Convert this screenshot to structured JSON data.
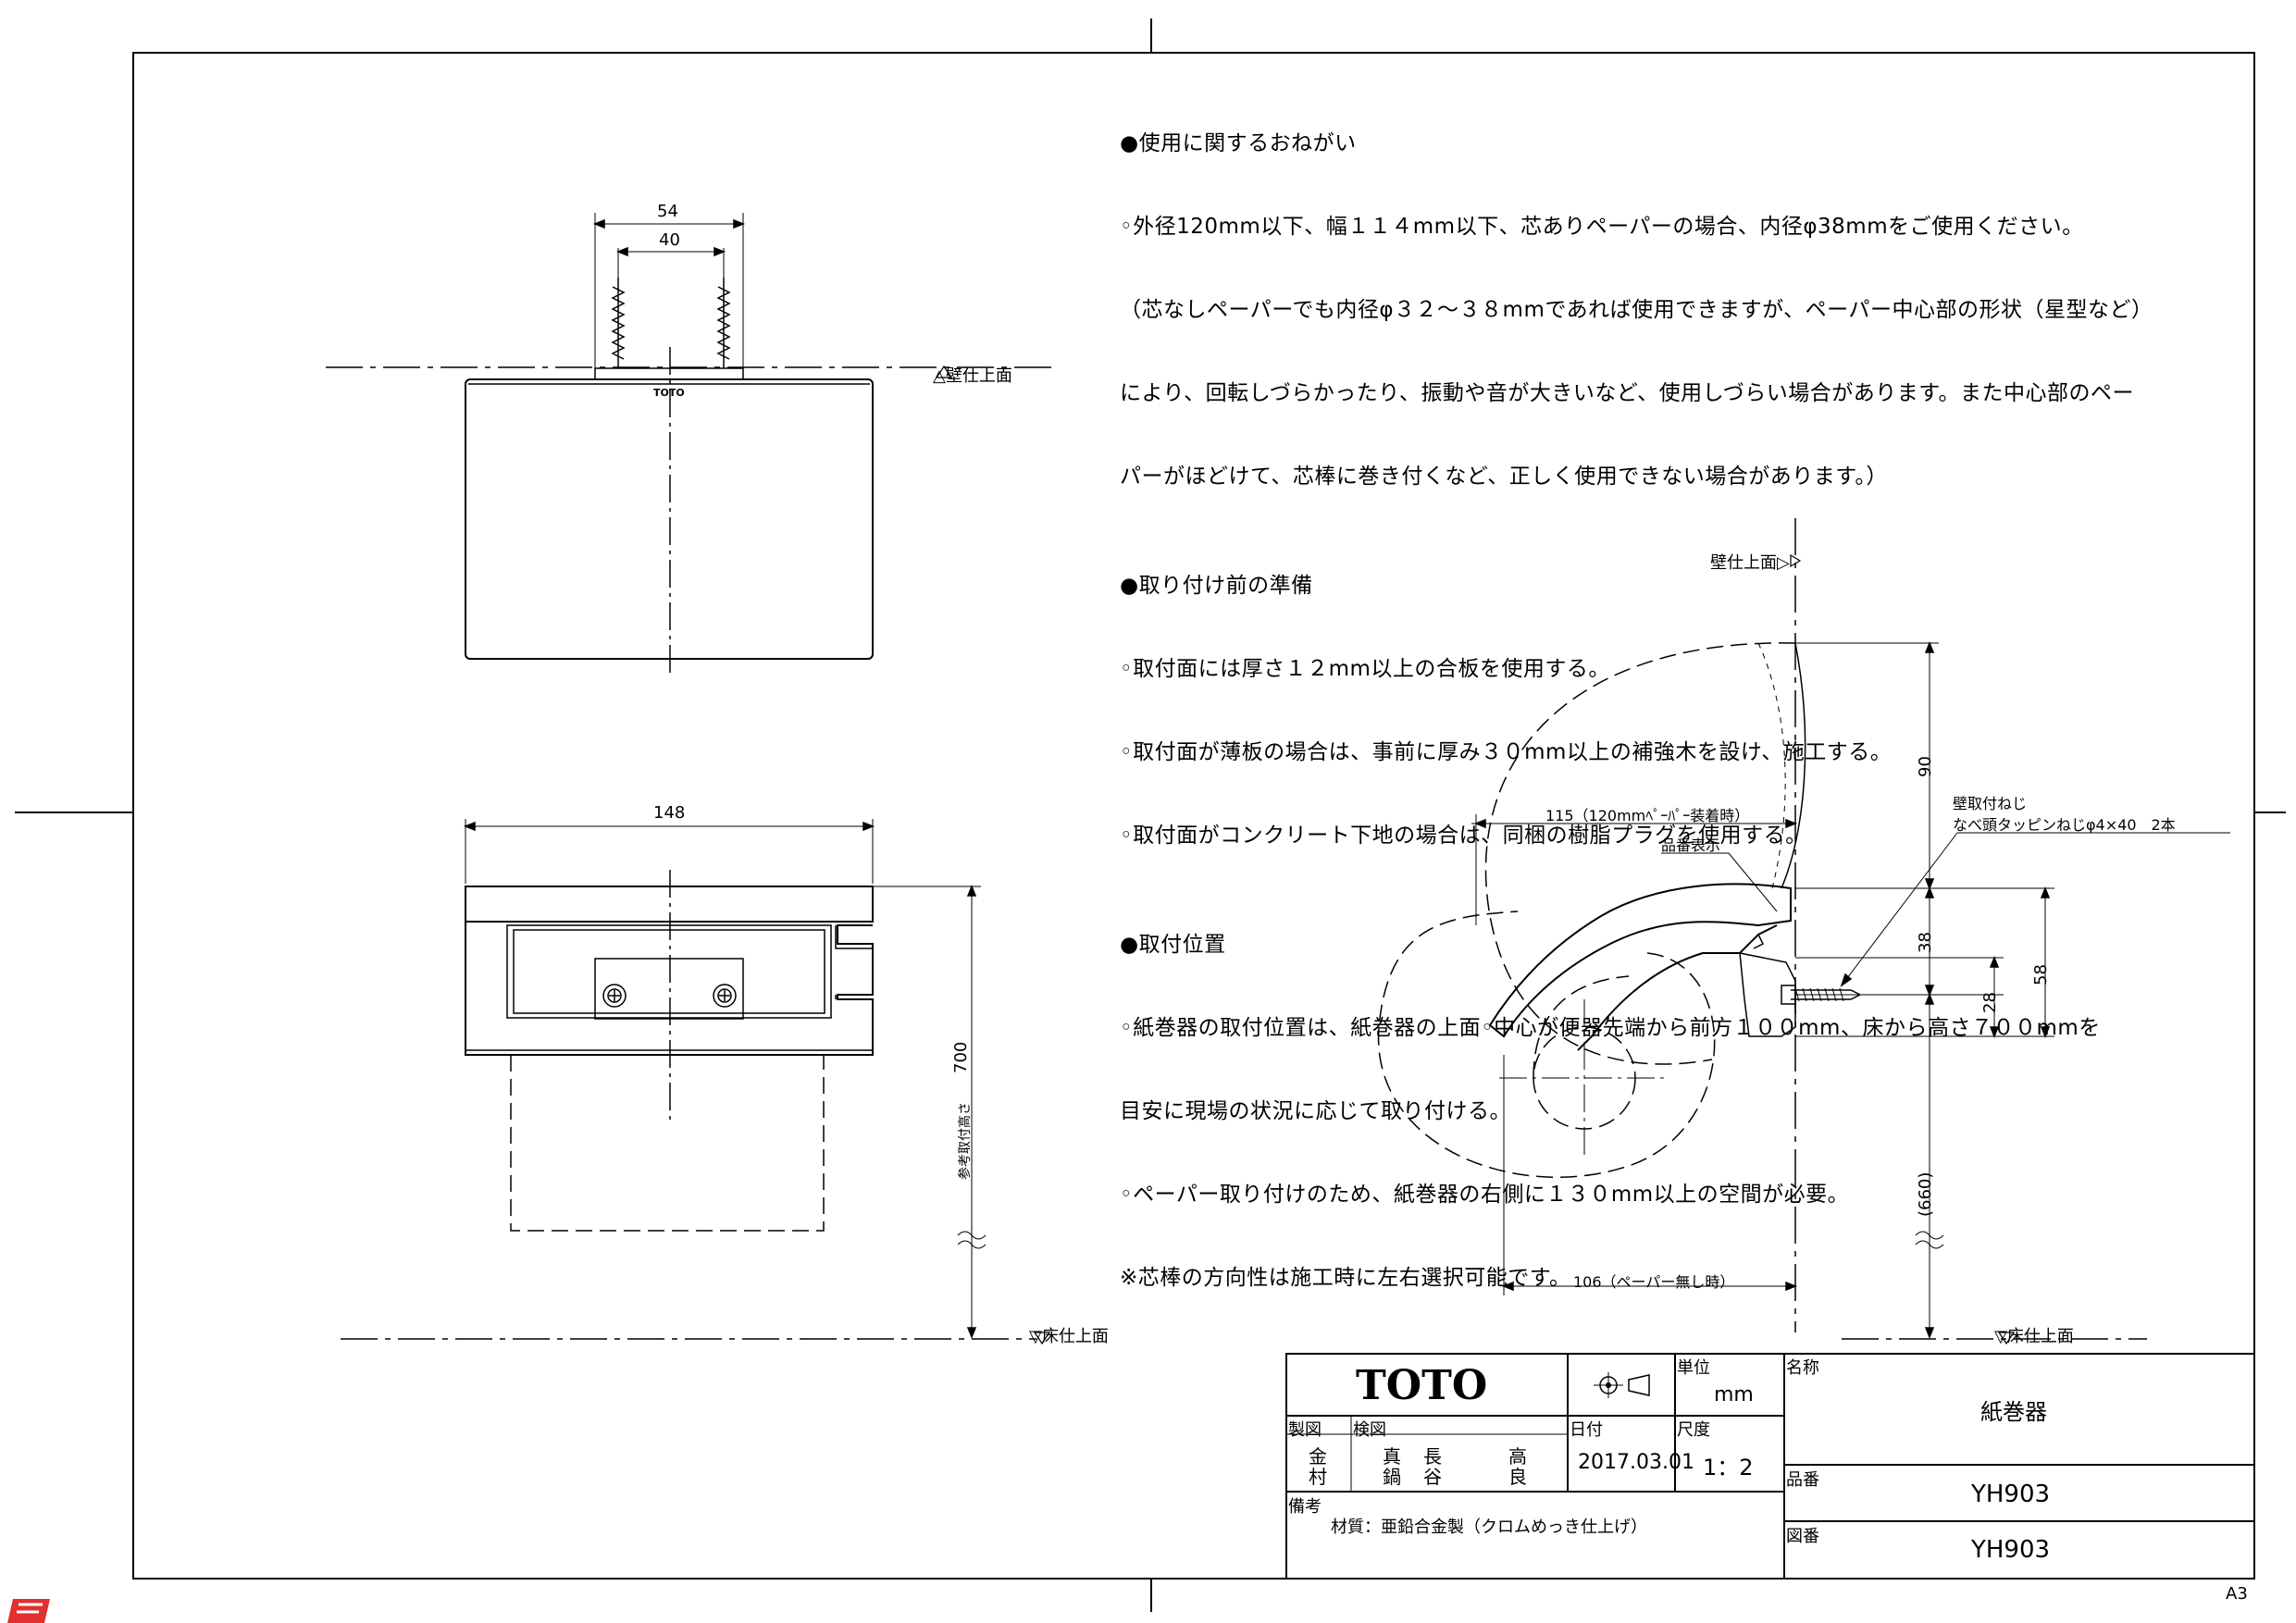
{
  "notes": {
    "usage_title": "●使用に関するおねがい",
    "usage_lines": [
      "◦外径120mm以下、幅１１４mm以下、芯ありペーパーの場合、内径φ38mmをご使用ください。",
      "（芯なしペーパーでも内径φ３２～３８mmであれば使用できますが、ペーパー中心部の形状（星型など）",
      "により、回転しづらかったり、振動や音が大きいなど、使用しづらい場合があります。また中心部のペー",
      "パーがほどけて、芯棒に巻き付くなど、正しく使用できない場合があります。）"
    ],
    "prep_title": "●取り付け前の準備",
    "prep_lines": [
      "◦取付面には厚さ１２mm以上の合板を使用する。",
      "◦取付面が薄板の場合は、事前に厚み３０mm以上の補強木を設け、施工する。",
      "◦取付面がコンクリート下地の場合は、同梱の樹脂プラグを使用する。"
    ],
    "pos_title": "●取付位置",
    "pos_lines": [
      "◦紙巻器の取付位置は、紙巻器の上面◦中心が便器先端から前方１００mm、床から高さ７００mmを",
      "目安に現場の状況に応じて取り付ける。",
      "◦ペーパー取り付けのため、紙巻器の右側に１３０mm以上の空間が必要。",
      "※芯棒の方向性は施工時に左右選択可能です。"
    ]
  },
  "top_view": {
    "dim_outer": "54",
    "dim_inner": "40",
    "wall_label": "△壁仕上面",
    "brand_mark": "TOTO"
  },
  "front_view": {
    "dim_width": "148",
    "dim_height": "700",
    "height_note": "参考取付高さ",
    "floor_label": "▽床仕上面"
  },
  "side_view": {
    "wall_label": "壁仕上面▷",
    "dim_90": "90",
    "dim_115": "115（120mmﾍﾟｰﾊﾟｰ装着時）",
    "product_label": "品番表示",
    "screw_label_1": "壁取付ねじ",
    "screw_label_2": "なべ頭タッピンねじφ4×40　2本",
    "dim_38": "38",
    "dim_28": "28",
    "dim_58": "58",
    "dim_660": "(660)",
    "dim_106": "106（ペーパー無し時）",
    "floor_label": "▽床仕上面"
  },
  "title_block": {
    "brand": "TOTO",
    "unit_label": "単位",
    "unit_value": "mm",
    "name_label": "名称",
    "name_value": "紙巻器",
    "drawn_label": "製図",
    "drawn_names": [
      "金",
      "村"
    ],
    "check_label": "検図",
    "check_names_1": [
      "真",
      "鍋"
    ],
    "check_names_2": [
      "長",
      "谷"
    ],
    "check_names_3": [
      "高",
      "良"
    ],
    "date_label": "日付",
    "date_value": "2017.03.01",
    "scale_label": "尺度",
    "scale_value": "1：2",
    "part_label": "品番",
    "part_value": "YH903",
    "remarks_label": "備考",
    "remarks_value": "材質：亜鉛合金製（クロムめっき仕上げ）",
    "drawing_label": "図番",
    "drawing_value": "YH903"
  },
  "sheet_size": "A3"
}
